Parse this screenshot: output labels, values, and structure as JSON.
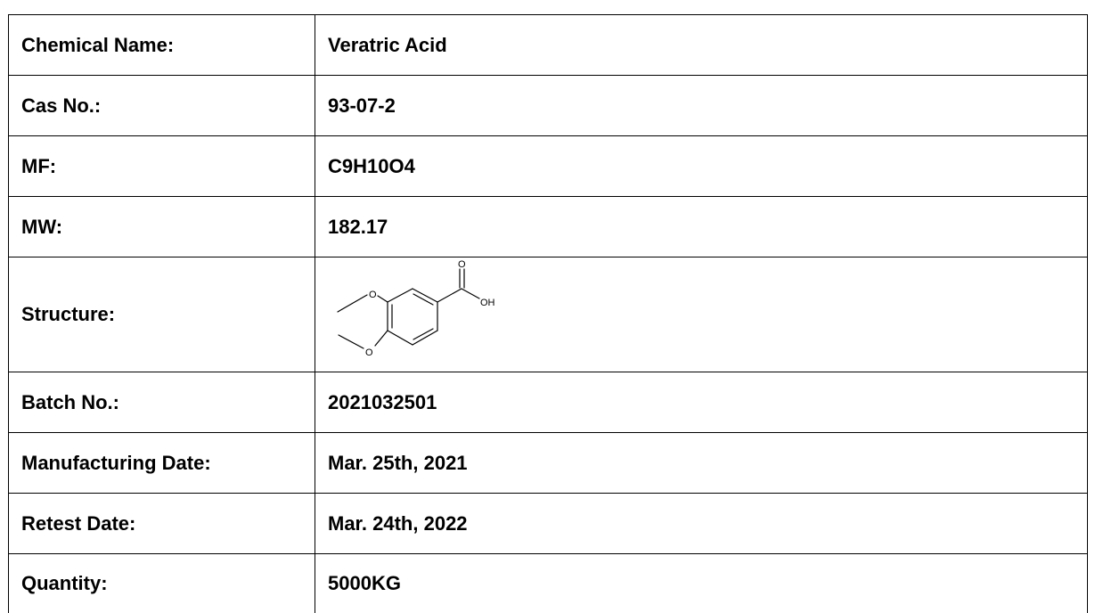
{
  "rows": [
    {
      "label": "Chemical Name:",
      "value": "Veratric Acid"
    },
    {
      "label": "Cas No.:",
      "value": "93-07-2"
    },
    {
      "label": "MF:",
      "value": "C9H10O4"
    },
    {
      "label": "MW:",
      "value": "182.17"
    },
    {
      "label": "Structure:",
      "value": ""
    },
    {
      "label": "Batch No.:",
      "value": "2021032501"
    },
    {
      "label": "Manufacturing Date:",
      "value": "Mar. 25th, 2021"
    },
    {
      "label": "Retest Date:",
      "value": "Mar. 24th, 2022"
    },
    {
      "label": "Quantity:",
      "value": "5000KG"
    }
  ],
  "structure": {
    "atom_labels": [
      "O",
      "O",
      "O",
      "OH"
    ],
    "line_color": "#000000"
  }
}
